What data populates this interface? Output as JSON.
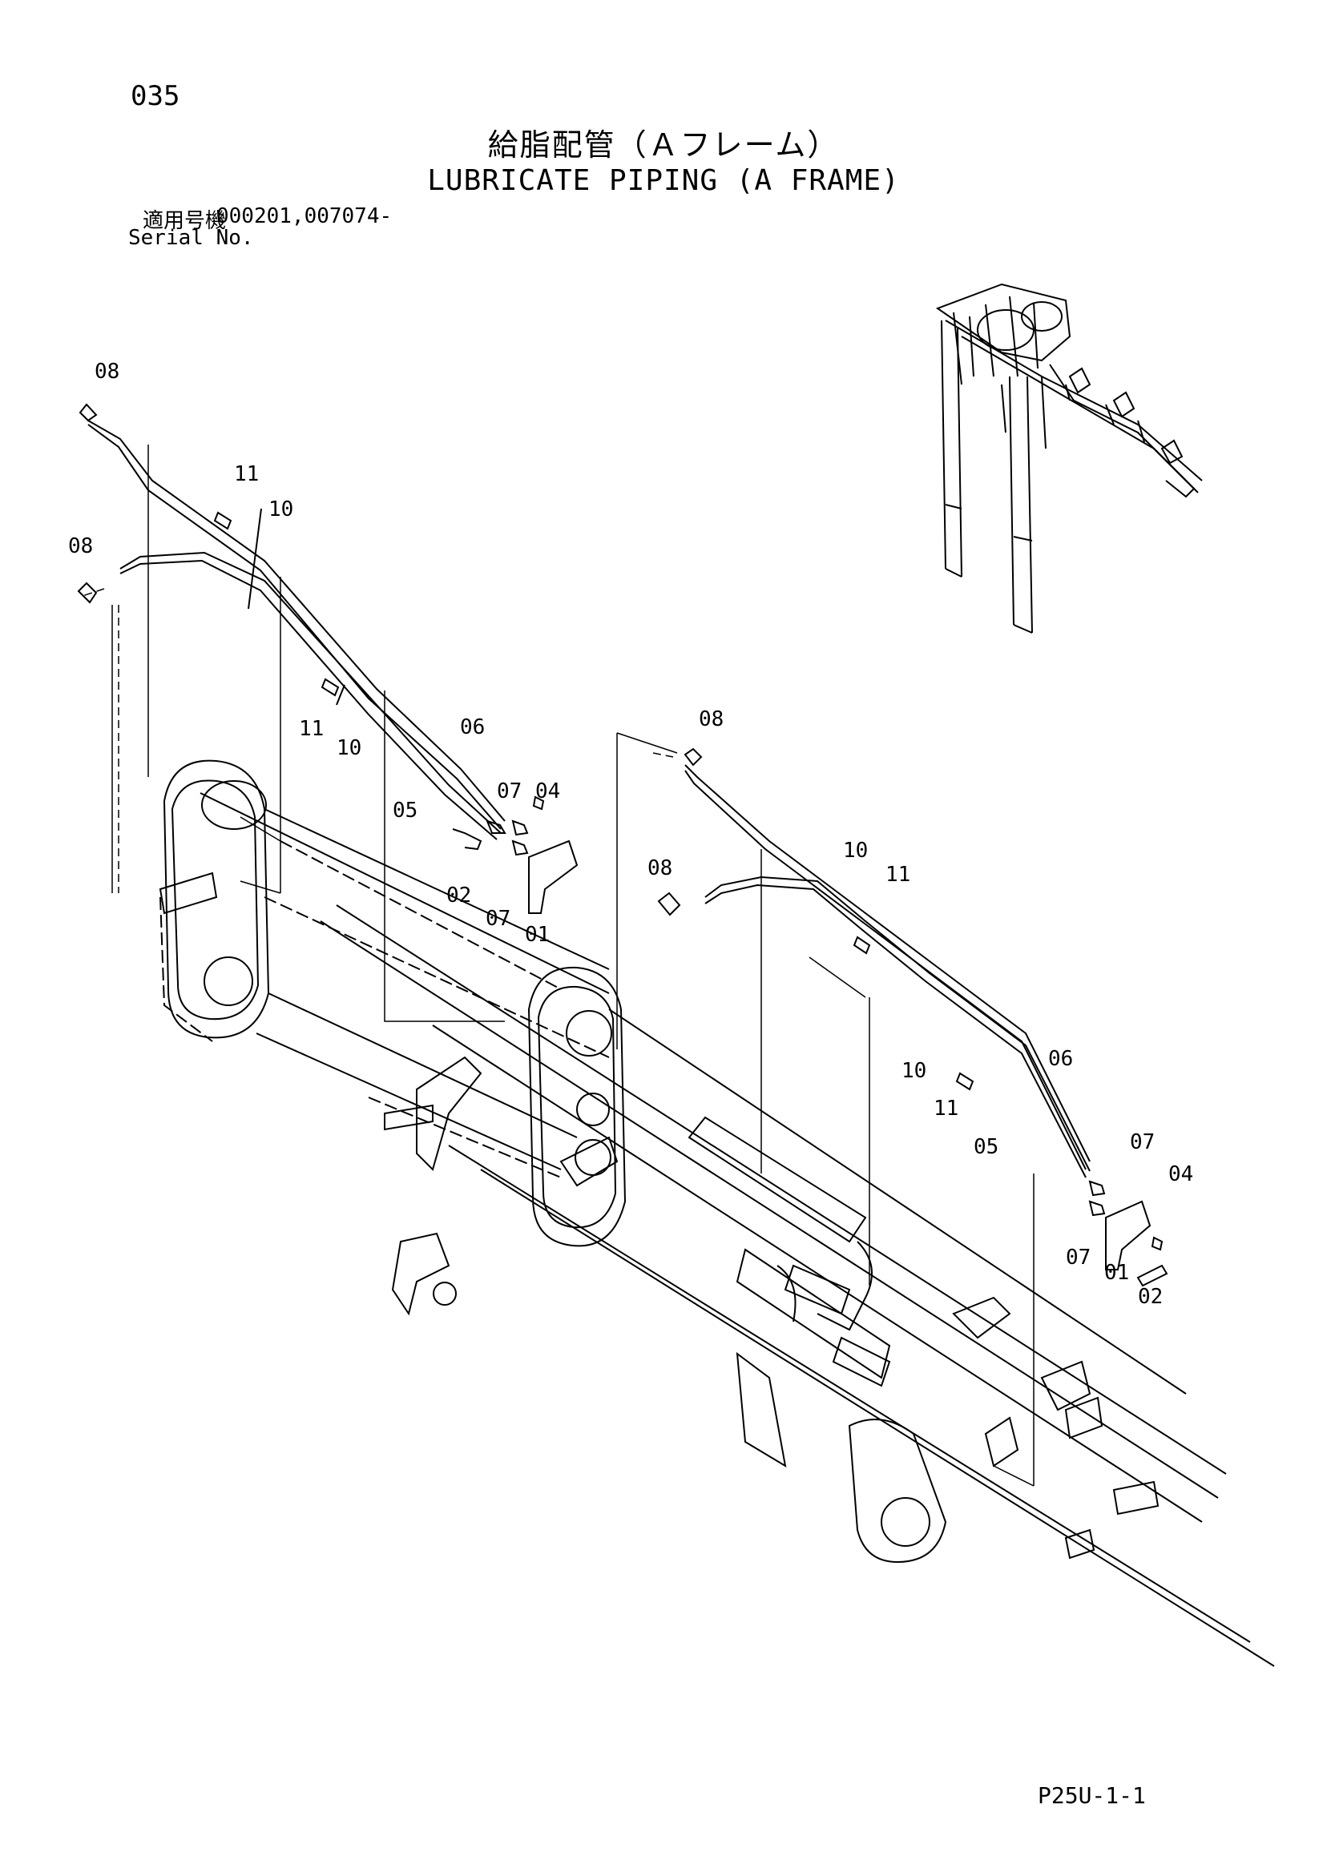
{
  "page_number": "035",
  "title_jp": "給脂配管（Ａフレーム）",
  "title_en": "LUBRICATE PIPING (A FRAME)",
  "serial": {
    "label_jp": "適用号機",
    "numbers": "000201,007074-",
    "label_en": "Serial No."
  },
  "page_code": "P25U-1-1",
  "callouts": {
    "c08a": "08",
    "c11a": "11",
    "c10a": "10",
    "c08b": "08",
    "c11b": "11",
    "c10b": "10",
    "c06a": "06",
    "c05a": "05",
    "c07a": "07",
    "c04a": "04",
    "c02a": "02",
    "c07b": "07",
    "c01a": "01",
    "c08c": "08",
    "c08d": "08",
    "c10c": "10",
    "c11c": "11",
    "c10d": "10",
    "c06b": "06",
    "c11d": "11",
    "c05b": "05",
    "c07c": "07",
    "c04b": "04",
    "c07d": "07",
    "c01b": "01",
    "c02b": "02"
  }
}
